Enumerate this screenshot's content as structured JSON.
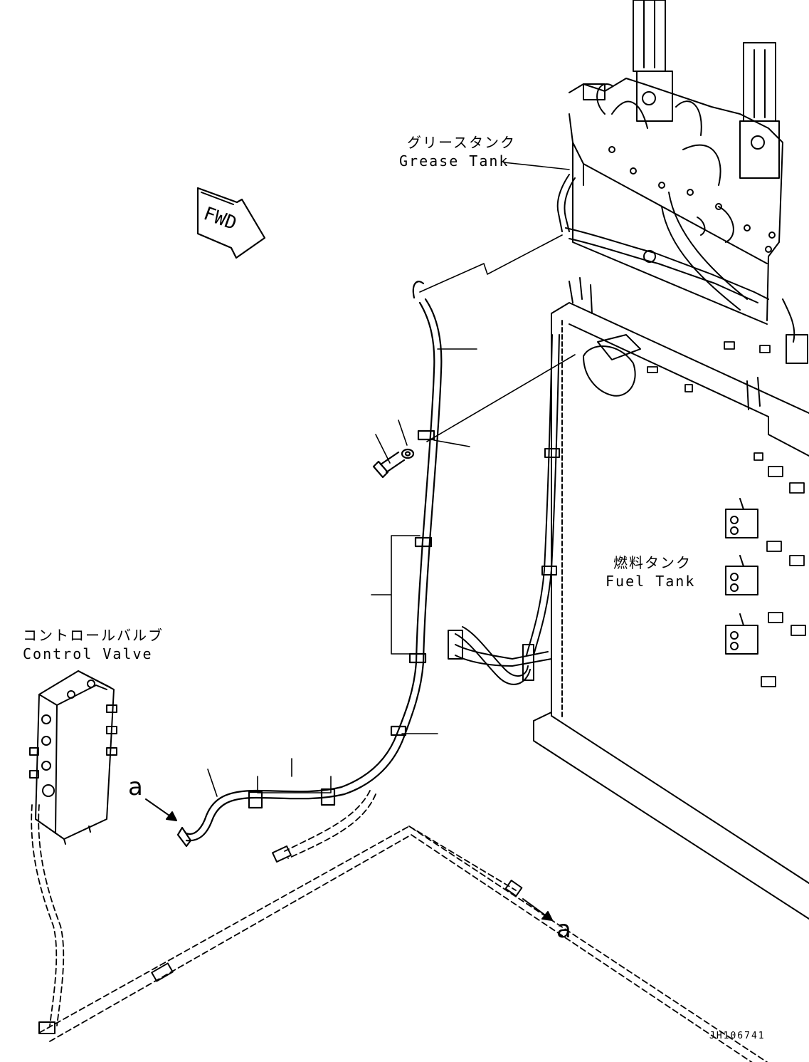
{
  "labels": {
    "grease_tank_jp": "グリースタンク",
    "grease_tank_en": "Grease Tank",
    "fuel_tank_jp": "燃料タンク",
    "fuel_tank_en": "Fuel Tank",
    "control_valve_jp": "コントロールバルブ",
    "control_valve_en": "Control Valve",
    "fwd": "FWD",
    "connector_a_top": "a",
    "connector_a_bottom": "a",
    "drawing_number": "JH106741"
  }
}
